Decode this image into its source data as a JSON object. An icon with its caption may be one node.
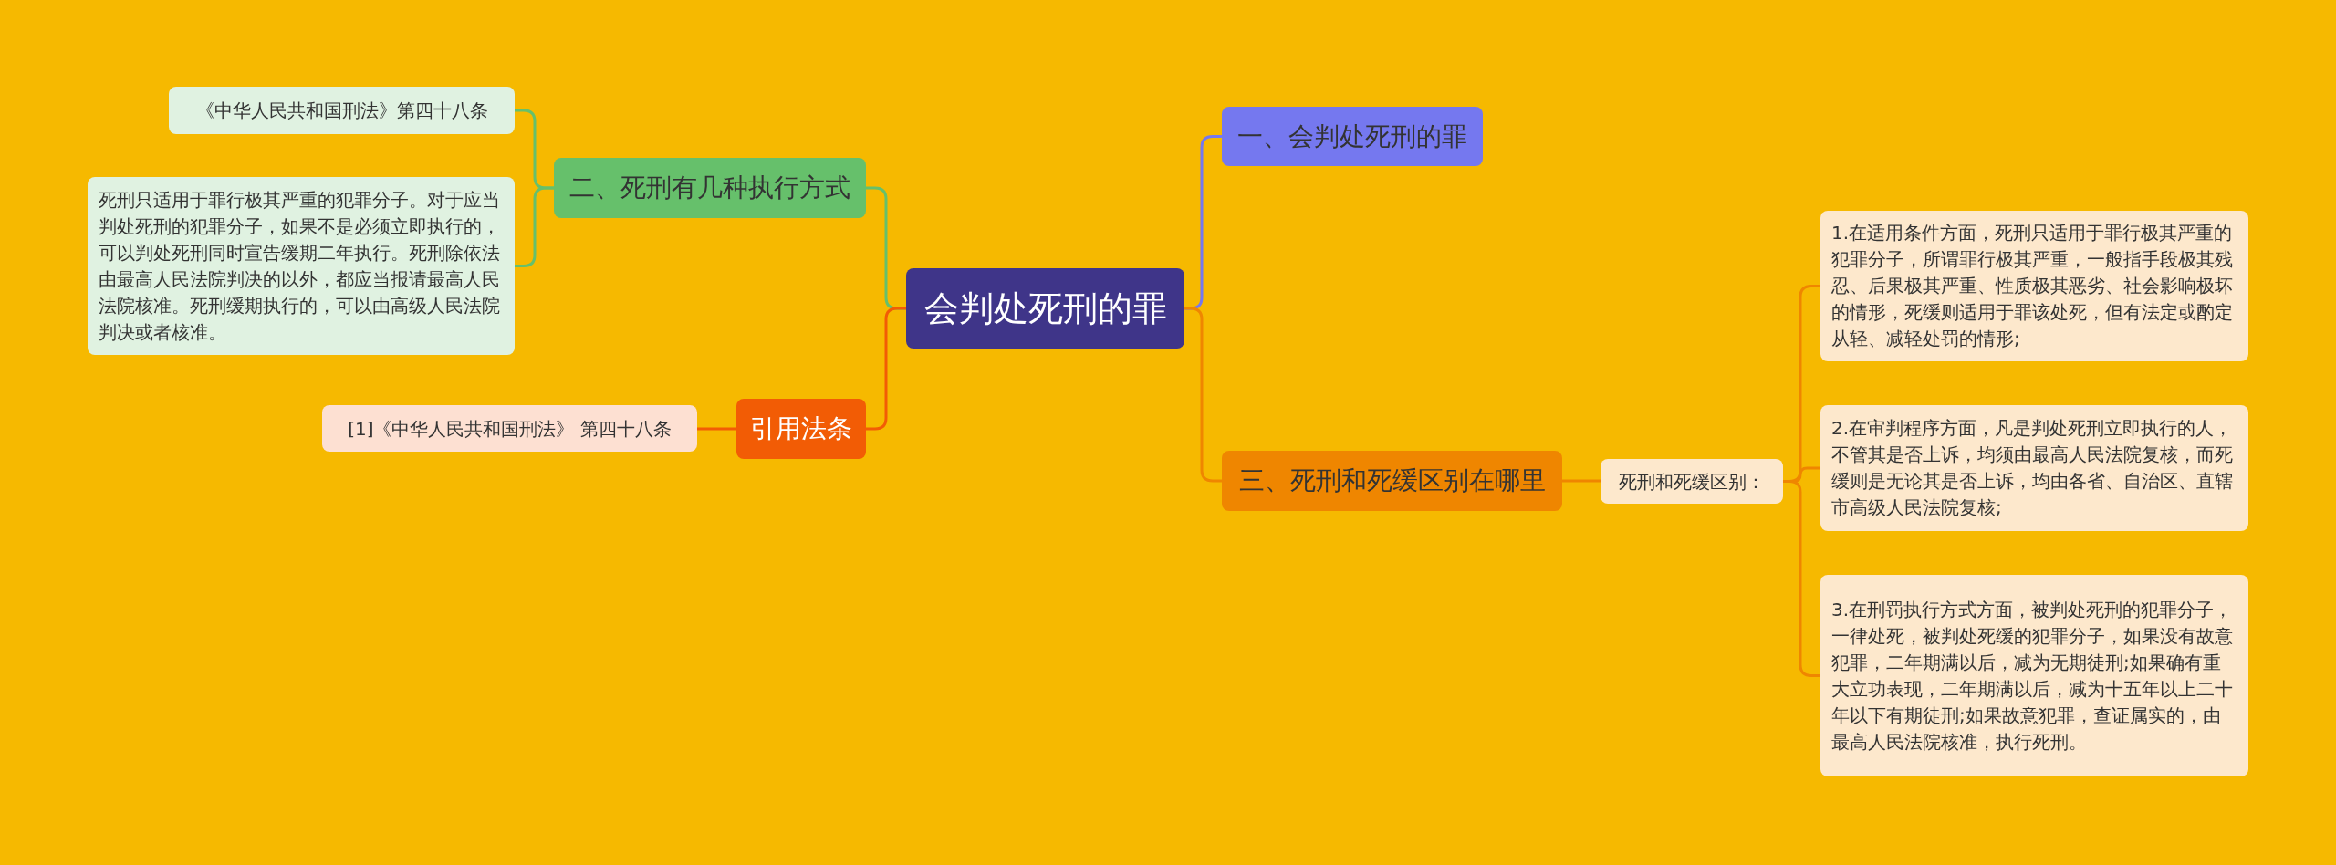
{
  "diagram": {
    "nodes": [
      {
        "text": [
          "会判处死刑的罪"
        ]
      },
      {
        "text": [
          "一、会判处死刑的罪"
        ]
      },
      {
        "text": [
          "三、死刑和死缓区别在哪里"
        ]
      },
      {
        "text": [
          "死刑和死缓区别："
        ]
      },
      {
        "text": [
          "1.在适用条件方面，死刑只适用于罪行极其严重的犯罪分子，所谓罪行极其严重，一般指手段极其残忍、后果极其严重、性质极其恶劣、社会影响极坏的情形，死缓则适用于罪该处死，但有法定或酌定从轻、减轻处罚的情形;"
        ]
      },
      {
        "text": [
          "2.在审判程序方面，凡是判处死刑立即执行的人，不管其是否上诉，均须由最高人民法院复核，而死缓则是无论其是否上诉，均由各省、自治区、直辖市高级人民法院复核;"
        ]
      },
      {
        "text": [
          "3.在刑罚执行方式方面，被判处死刑的犯罪分子，一律处死，被判处死缓的犯罪分子，如果没有故意犯罪，二年期满以后，减为无期徒刑;如果确有重大立功表现，二年期满以后，减为十五年以上二十年以下有期徒刑;如果故意犯罪，查证属实的，由最高人民法院核准，执行死刑。"
        ]
      },
      {
        "text": [
          "二、死刑有几种执行方式"
        ]
      },
      {
        "text": [
          "《中华人民共和国刑法》第四十八条"
        ]
      },
      {
        "text": [
          "死刑只适用于罪行极其严重的犯罪分子。对于应当判处死刑的犯罪分子，如果不是必须立即执行的，可以判处死刑同时宣告缓期二年执行。死刑除依法由最高人民法院判决的以外，都应当报请最高人民法院核准。死刑缓期执行的，可以由高级人民法院判决或者核准。"
        ]
      },
      {
        "text": [
          "引用法条"
        ]
      },
      {
        "text": [
          "[1]《中华人民共和国刑法》 第四十八条"
        ]
      }
    ],
    "edges": [
      {
        "from": 0,
        "to": 1,
        "arrow": "none",
        "color": "#7578ef"
      },
      {
        "from": 0,
        "to": 2,
        "arrow": "none"
      },
      {
        "from": 2,
        "to": 3,
        "arrow": "none"
      },
      {
        "from": 3,
        "to": 4,
        "arrow": "none"
      },
      {
        "from": 3,
        "to": 5,
        "arrow": "none"
      },
      {
        "from": 3,
        "to": 6,
        "arrow": "none"
      },
      {
        "from": 0,
        "to": 7,
        "arrow": "none",
        "color": "#66c06b"
      },
      {
        "from": 7,
        "to": 8,
        "arrow": "none",
        "color": "#66c06b"
      },
      {
        "from": 7,
        "to": 9,
        "arrow": "none",
        "color": "#66c06b"
      },
      {
        "from": 0,
        "to": 10,
        "arrow": "none",
        "color": "#f25c05"
      },
      {
        "from": 10,
        "to": 11,
        "arrow": "none",
        "color": "#f25c05"
      }
    ]
  }
}
